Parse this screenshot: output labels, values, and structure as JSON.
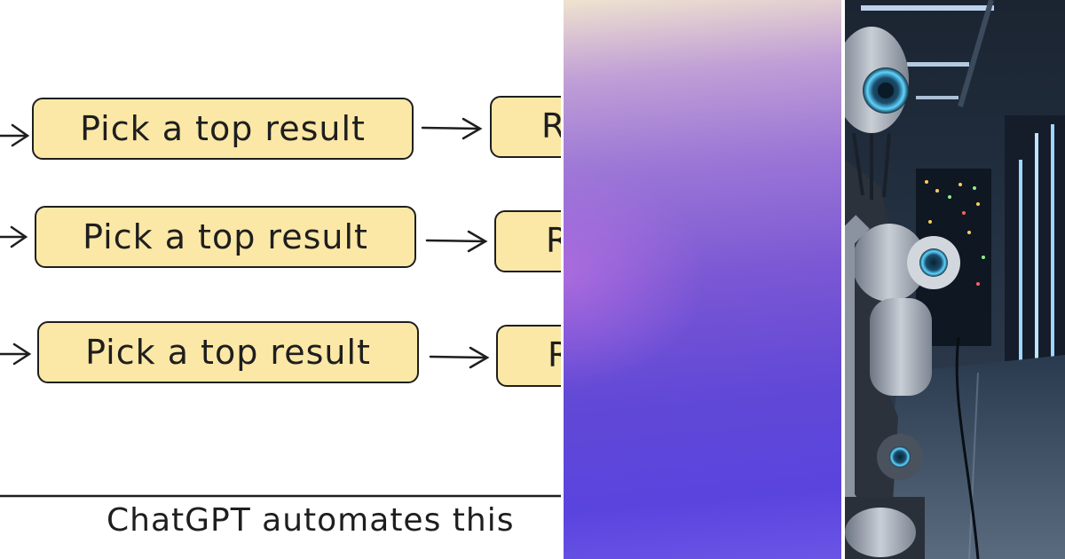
{
  "diagram": {
    "steps": [
      {
        "label": "Pick a top result",
        "next_label": "R"
      },
      {
        "label": "Pick a top result",
        "next_label": "R"
      },
      {
        "label": "Pick a top result",
        "next_label": "R"
      }
    ],
    "caption": "ChatGPT automates this"
  },
  "colors": {
    "box_fill": "#fbe8a6",
    "ink": "#1e1e1e",
    "gradient_top": "#efe3cf",
    "gradient_bottom": "#5a44de",
    "robot_glow": "#5fd4ff"
  },
  "robot_scene": {
    "icon": "robot-in-server-room-icon"
  }
}
